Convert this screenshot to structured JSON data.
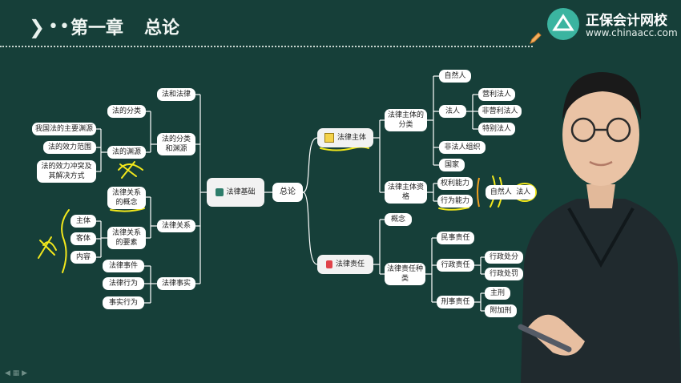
{
  "header": {
    "chapter": "第一章",
    "chapter_title": "总论"
  },
  "brand": {
    "name": "正保会计网校",
    "url": "www.chinaacc.com"
  },
  "mindmap": {
    "root": "总论",
    "foundation": "法律基础",
    "foundation_children": {
      "law_and_law": "法和法律",
      "classification_sources": "法的分类和渊源",
      "legal_relation": "法律关系",
      "legal_fact": "法律事实"
    },
    "classification": "法的分类",
    "sources": "法的渊源",
    "sources_children": [
      "我国法的主要渊源",
      "法的效力范围",
      "法的效力冲突及其解决方式"
    ],
    "relation_concept": "法律关系的概念",
    "relation_elements": "法律关系的要素",
    "elements_children": [
      "主体",
      "客体",
      "内容"
    ],
    "fact_children": [
      "法律事件",
      "法律行为",
      "事实行为"
    ],
    "subject": "法律主体",
    "subject_classification": "法律主体的分类",
    "classification_children": [
      "自然人",
      "法人",
      "非法人组织",
      "国家"
    ],
    "legal_person_children": [
      "营利法人",
      "非营利法人",
      "特别法人"
    ],
    "subject_capacity": "法律主体资格",
    "capacity_children": [
      "权利能力",
      "行为能力"
    ],
    "capacity_annotation": [
      "自然人",
      "法人"
    ],
    "liability": "法律责任",
    "liability_concept": "概念",
    "liability_types": "法律责任种类",
    "liability_children": [
      "民事责任",
      "行政责任",
      "刑事责任"
    ],
    "admin_children": [
      "行政处分",
      "行政处罚"
    ],
    "criminal_children": [
      "主刑",
      "附加刑"
    ]
  }
}
